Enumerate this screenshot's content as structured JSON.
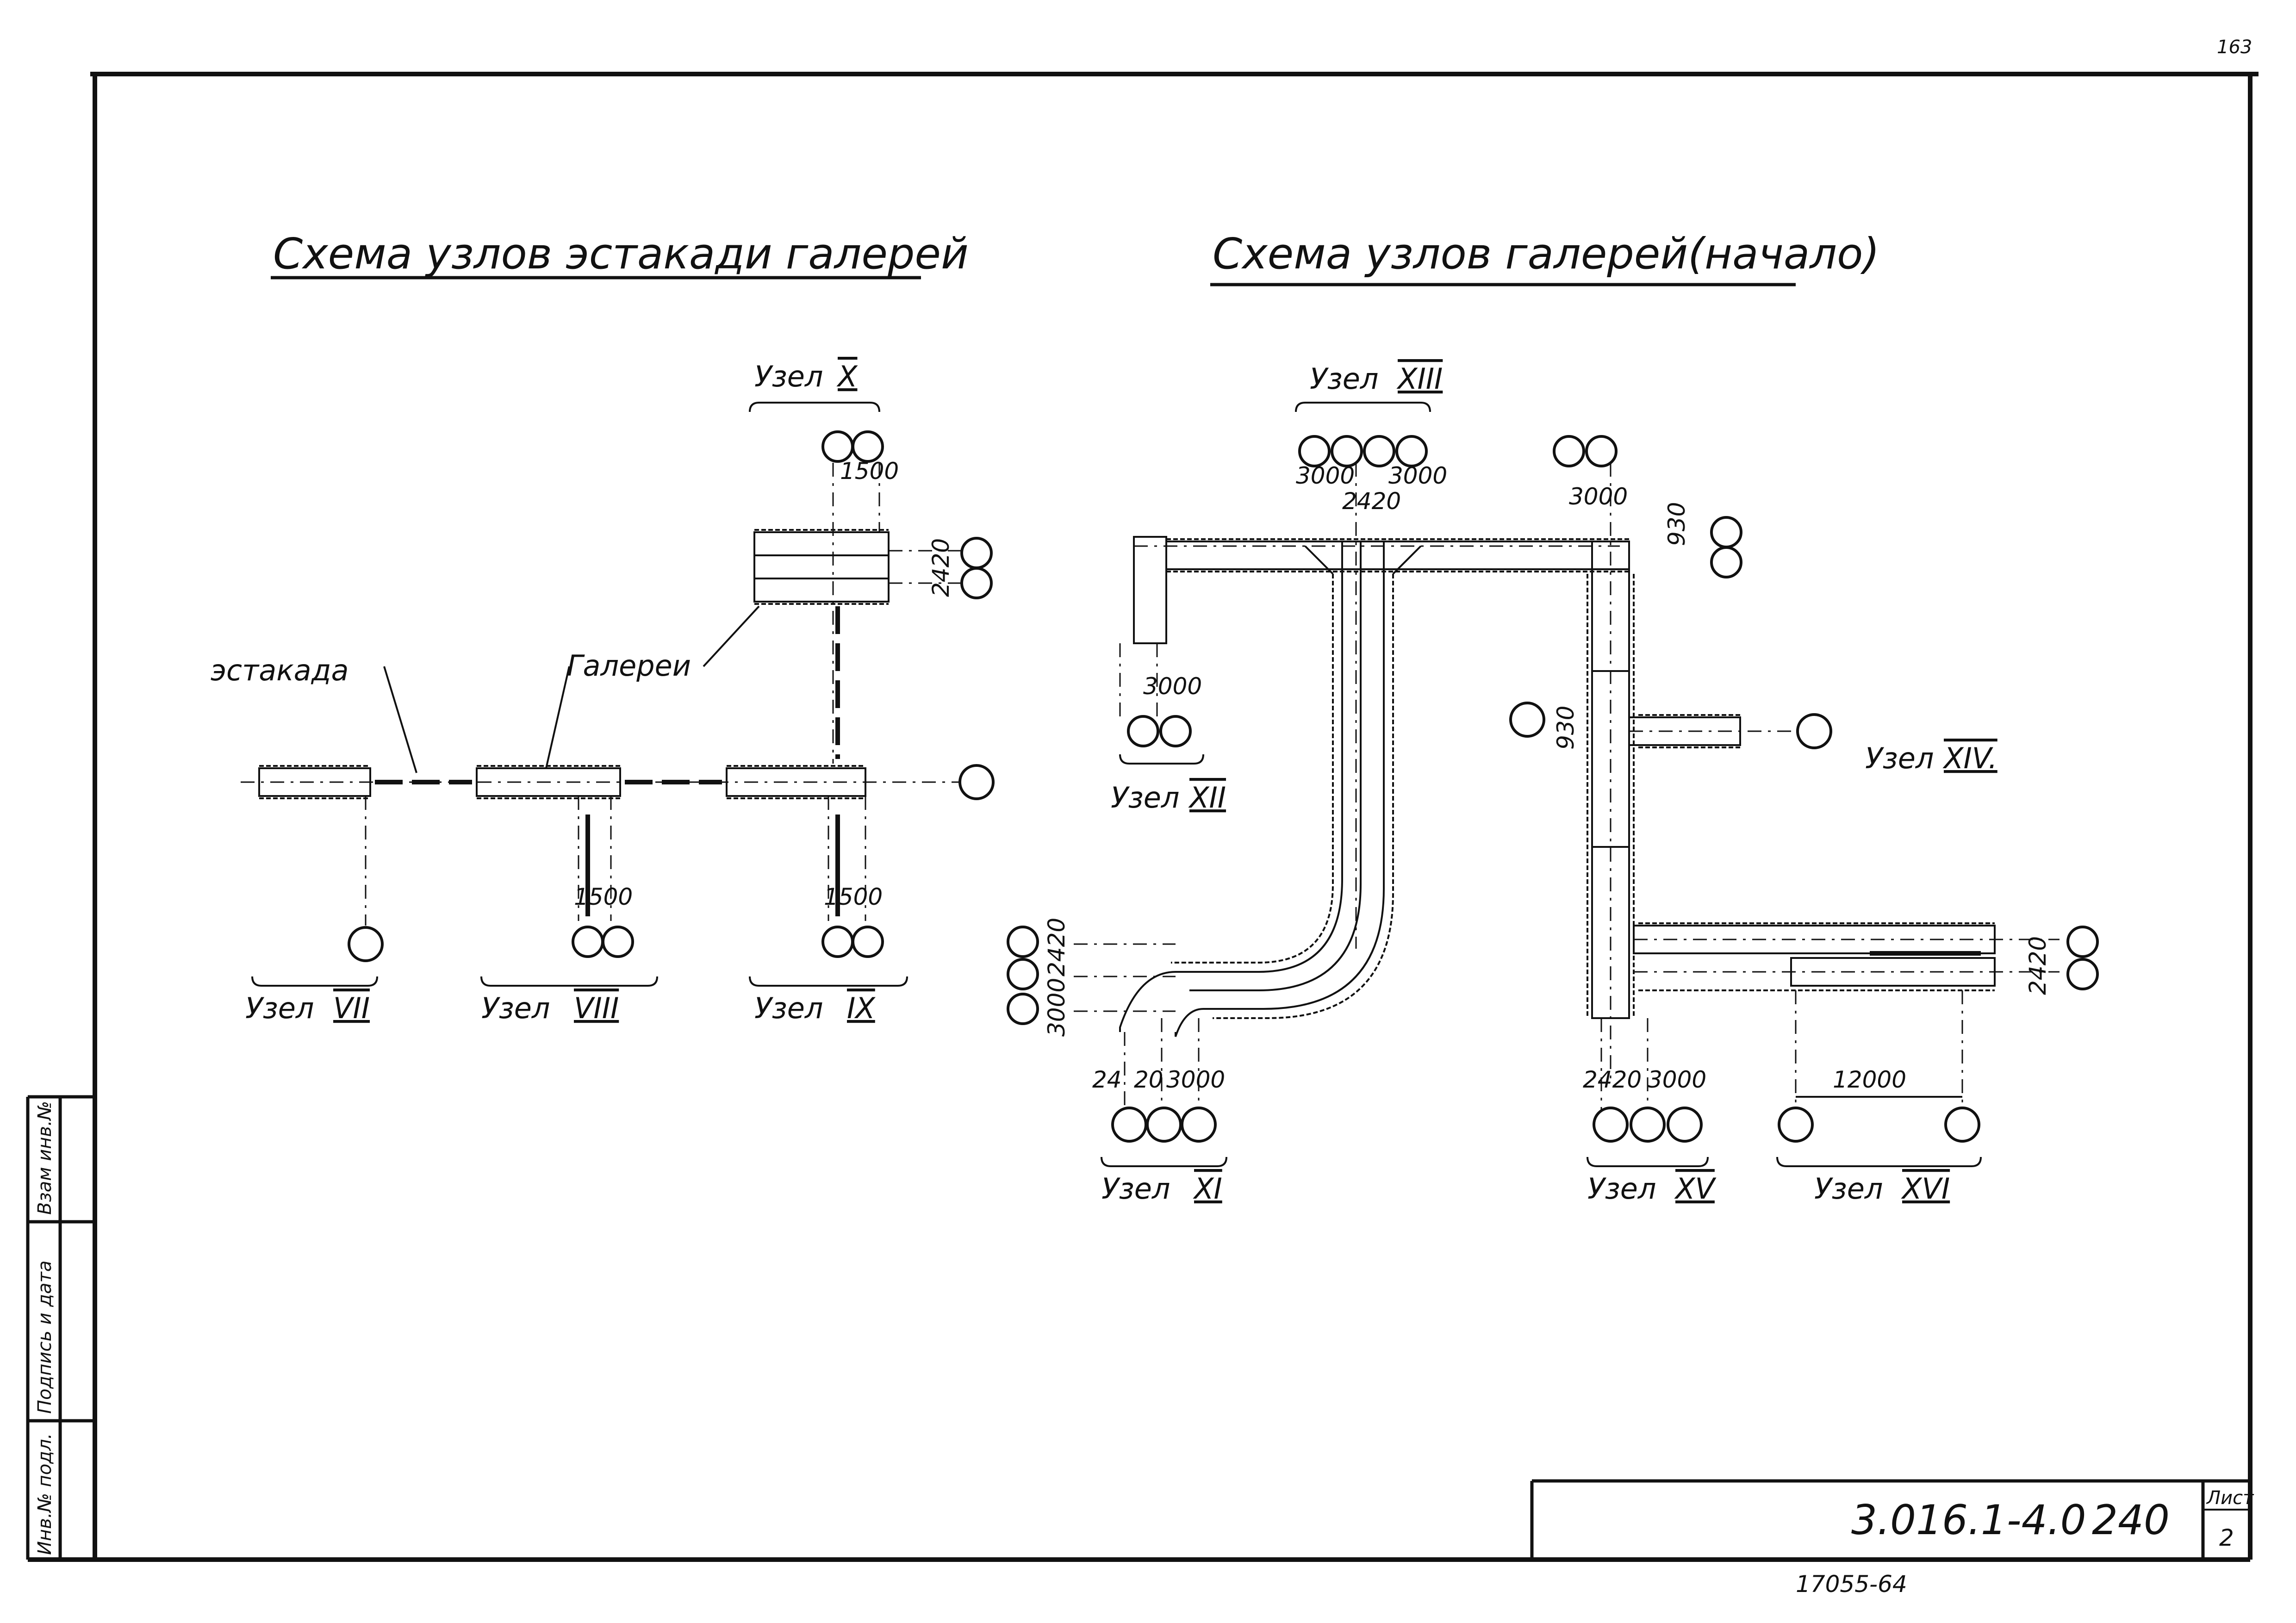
{
  "sheet": {
    "corner_number": "163",
    "sheet_label": "Лист",
    "sheet_number": "2",
    "document_code": "3.016.1-4.0",
    "document_code_suffix": "240",
    "bottom_inventory": "17055-64"
  },
  "stamp": {
    "inv_original": "Инв.№ подл.",
    "signature_date": "Подпись и дата",
    "replaces_inv": "Взам инв.№"
  },
  "left_diagram": {
    "title": "Схема узлов эстакади галерей",
    "label_estakada": "эстакада",
    "label_galerei": "Галереи",
    "nodes": {
      "node_x": "Узел",
      "node_x_num": "X",
      "node_vii": "Узел",
      "node_vii_num": "VII",
      "node_viii": "Узел",
      "node_viii_num": "VIII",
      "node_ix": "Узел",
      "node_ix_num": "IX"
    },
    "dims": {
      "x_top": "1500",
      "x_side": "2420",
      "viii": "1500",
      "ix": "1500"
    }
  },
  "right_diagram": {
    "title": "Схема узлов галерей(начало)",
    "nodes": {
      "node_xiii": "Узел",
      "node_xiii_num": "XIII",
      "node_xii": "Узел",
      "node_xii_num": "XII",
      "node_xiv": "Узел",
      "node_xiv_num": "XIV.",
      "node_xi": "Узел",
      "node_xi_num": "XI",
      "node_xv": "Узел",
      "node_xv_num": "XV",
      "node_xvi": "Узел",
      "node_xvi_num": "XVI"
    },
    "dims": {
      "xiii_a": "3000",
      "xiii_b": "3000",
      "xiii_c": "2420",
      "top_right": "3000",
      "top_right_side": "930",
      "xii": "3000",
      "mid_930": "930",
      "xi_left_a": "2420",
      "xi_left_b": "3000",
      "xi_a": "24",
      "xi_b": "20",
      "xi_c": "3000",
      "xv_a": "2420",
      "xv_b": "3000",
      "xvi_side": "2420",
      "xvi_span": "12000"
    }
  }
}
